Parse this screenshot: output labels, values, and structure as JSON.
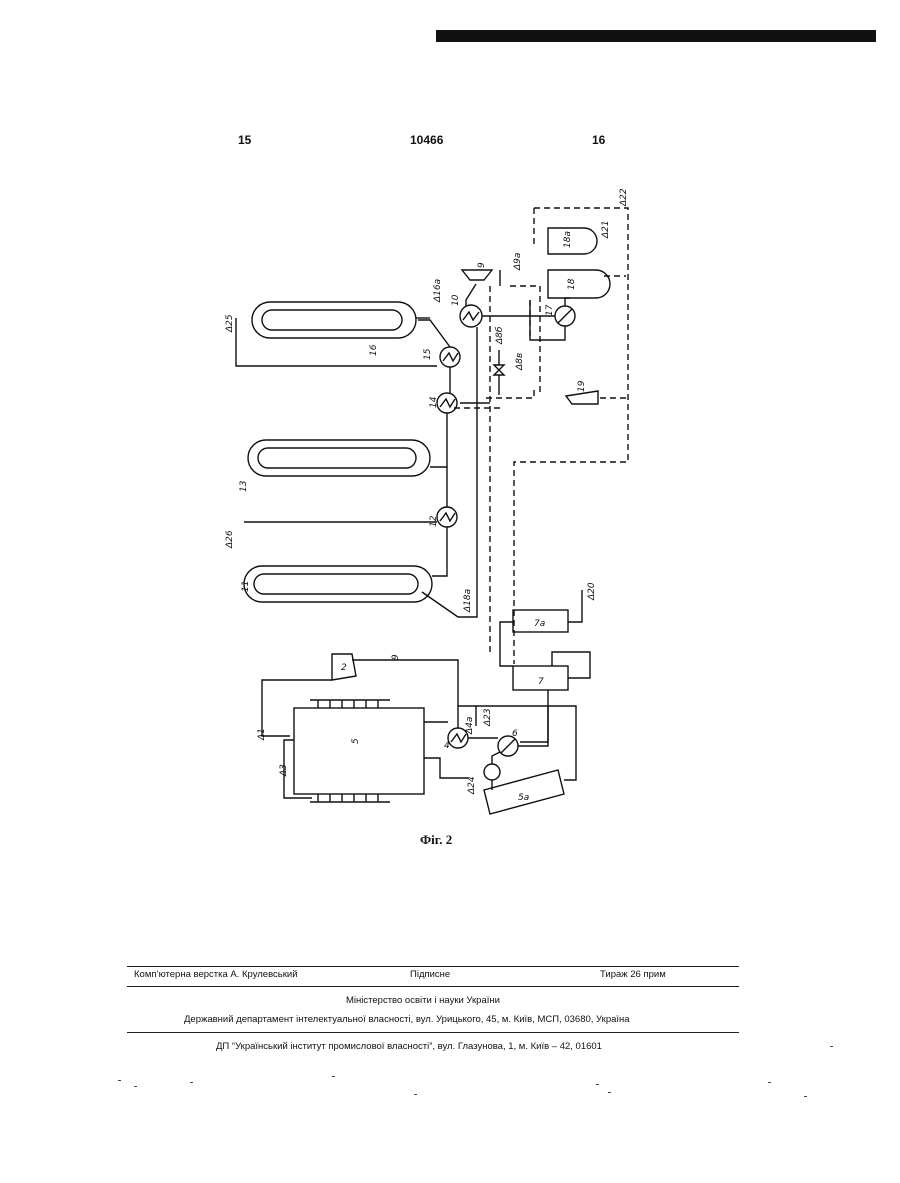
{
  "header": {
    "page_left": "15",
    "doc_number": "10466",
    "page_right": "16"
  },
  "figure": {
    "caption": "Фіг. 2",
    "labels": {
      "l1": "1",
      "l2": "2",
      "l3": "3",
      "l4": "4",
      "l5": "5",
      "l5a": "5а",
      "l6": "6",
      "l7": "7",
      "l7a": "7а",
      "l9": "9",
      "l10": "10",
      "l11": "11",
      "l12": "12",
      "l13": "13",
      "l14": "14",
      "l15": "15",
      "l16": "16",
      "l17": "17",
      "l18": "18",
      "l18a": "18а",
      "l19": "19",
      "d1": "1",
      "d3": "3",
      "d4a": "4а",
      "d23": "23",
      "d24": "24",
      "d16a": "16а",
      "d9a": "9а",
      "d8b": "8б",
      "d8v": "8в",
      "d21": "21",
      "d22": "22",
      "d25": "25",
      "d26": "26",
      "d18a": "18а",
      "d20": "20"
    }
  },
  "footer": {
    "compiler": "Комп’ютерна верстка А. Крулевський",
    "signed": "Підписне",
    "circulation": "Тираж 26 прим",
    "ministry": "Міністерство освіти і науки України",
    "department": "Державний департамент інтелектуальної власності, вул. Урицького, 45, м. Київ, МСП, 03680, Україна",
    "institute": "ДП “Український інститут промислової власності”, вул. Глазунова, 1, м. Київ – 42, 01601"
  }
}
